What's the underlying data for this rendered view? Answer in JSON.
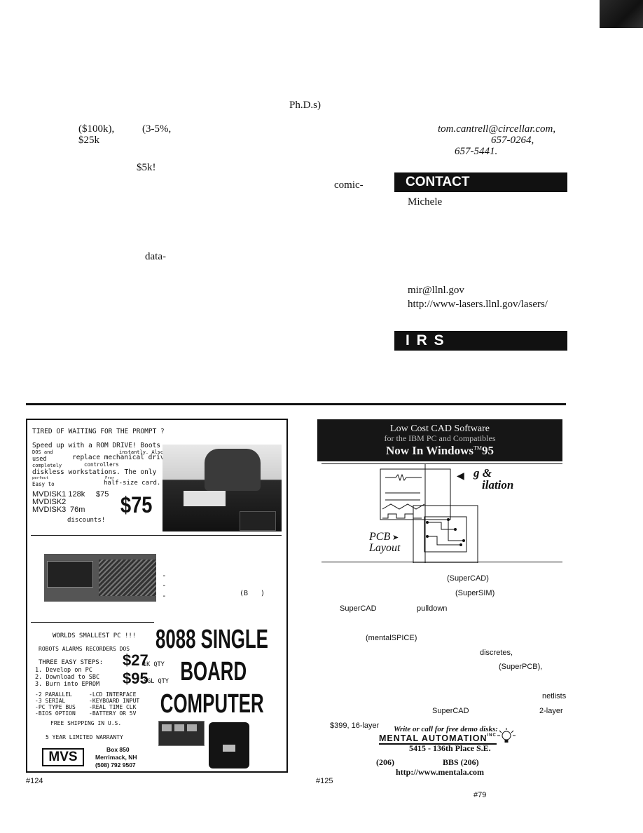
{
  "article": {
    "phd": "Ph.D.s)",
    "amt1": "($100k),",
    "pct": "(3-5%,",
    "amt2": "$25k",
    "amt3": "$5k!",
    "comic": "comic-",
    "data": "data-"
  },
  "sidebar": {
    "email": "tom.cantrell@circellar.com,",
    "phone": "657-0264,",
    "fax": "657-5441.",
    "contact_header": "CONTACT",
    "contact_name": "Michele",
    "contact_email": "mir@llnl.gov",
    "contact_url": "http://www-lasers.llnl.gov/lasers/",
    "irs_header": "I R S"
  },
  "ad_mvs": {
    "headline": "TIRED OF WAITING FOR THE PROMPT ?",
    "line1": "Speed up with a ROM DRIVE! Boots",
    "line2a": "DOS and",
    "line2b": "instantly. Also",
    "line3a": "used",
    "line3b": "replace mechanical drive",
    "line4a": "completely",
    "line4b": "controllers",
    "line5": "diskless workstations. The only",
    "line6a": "perfect",
    "line6b": "Fror",
    "line7a": "Easy to",
    "line7b": "half-size card.",
    "model1": "MVDISK1 128k",
    "model1_price": "$75",
    "model2": "MVDISK2",
    "model3": "MVDISK3",
    "model3_size": "76m",
    "big_price": "$75",
    "discounts": "discounts!",
    "dash1": "-",
    "dash2": "-",
    "dash3": "-",
    "paren_b": "(B",
    "paren_close": ")",
    "sbc_tag": "WORLDS SMALLEST PC !!!",
    "sbc_apps": "ROBOTS ALARMS RECORDERS DOS",
    "steps_label": "THREE EASY STEPS:",
    "step1": "1. Develop on PC",
    "step2": "2. Download to SBC",
    "step3": "3. Burn into EPROM",
    "price_1k": "$27",
    "price_1k_suffix": "1K QTY",
    "price_sgl": "$95",
    "price_sgl_suffix": "SGL QTY",
    "feat_left": [
      "-2 PARALLEL",
      "-3 SERIAL",
      "-PC TYPE BUS",
      "-BIOS OPTION"
    ],
    "feat_right": [
      "-LCD INTERFACE",
      "-KEYBOARD INPUT",
      "-REAL TIME CLK",
      "-BATTERY OR 5V"
    ],
    "shipping": "FREE SHIPPING IN U.S.",
    "warranty": "5 YEAR LIMITED WARRANTY",
    "logo": "MVS",
    "addr1": "Box 850",
    "addr2": "Merrimack, NH",
    "addr3": "(508) 792 9507",
    "sbc_title1": "8088 SINGLE",
    "sbc_title2": "BOARD",
    "sbc_title3": "COMPUTER",
    "reader_service": "#124"
  },
  "ad_mental": {
    "banner1": "Low Cost CAD Software",
    "banner2": "for the IBM PC and Compatibles",
    "banner3": "Now In Windows",
    "banner3_tm": "TM",
    "banner3_ver": "95",
    "sim_label1": "g  &",
    "sim_label2": "ilation",
    "pcb_label1": "PCB",
    "pcb_label2": "Layout",
    "supercad": "(SuperCAD)",
    "supersim": "(SuperSIM)",
    "supercad2": "SuperCAD",
    "pulldown": "pulldown",
    "mentalspice": "(mentalSPICE)",
    "discretes": "discretes,",
    "superpcb": "(SuperPCB),",
    "netlists": "netlists",
    "supercad3": "SuperCAD",
    "twolayer": "2-layer",
    "price16": "$399, 16-layer",
    "demo": "Write or call for free demo disks:",
    "company": "MENTAL AUTOMATION",
    "company_suffix": "INC",
    "street": "5415 - 136th Place S.E.",
    "phone": "(206)",
    "bbs": "BBS (206)",
    "url": "http://www.mentala.com",
    "reader_service": "#125",
    "page_ref": "#79"
  }
}
